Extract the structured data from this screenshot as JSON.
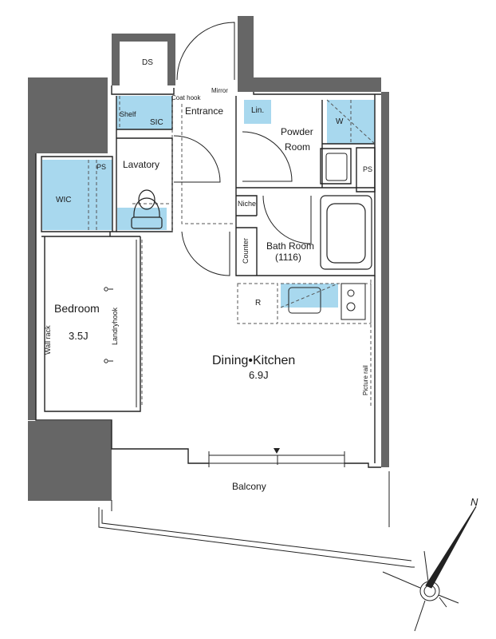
{
  "rooms": {
    "ds": "DS",
    "shelf": "Shelf",
    "sic": "SIC",
    "coat_hook": "Coat hook",
    "mirror": "Mirror",
    "entrance": "Entrance",
    "lin": "Lin.",
    "powder_room": "Powder",
    "powder_room_2": "Room",
    "w": "W",
    "ps_left": "PS",
    "ps_right": "PS",
    "lavatory": "Lavatory",
    "wic": "WIC",
    "niche": "Niche",
    "counter": "Counter",
    "bath_room": "Bath Room",
    "bath_size": "(1116)",
    "r": "R",
    "bedroom": "Bedroom",
    "bedroom_size": "3.5J",
    "wall_rack": "Wall rack",
    "landry_hook": "Landryhook",
    "dining_kitchen": "Dining•Kitchen",
    "dining_size": "6.9J",
    "picture_rail": "Picture rail",
    "balcony": "Balcony",
    "north": "N"
  },
  "colors": {
    "storage_fill": "#a8d8ee",
    "wall_fill": "#666666",
    "line": "#222222",
    "dash": "#555555"
  }
}
